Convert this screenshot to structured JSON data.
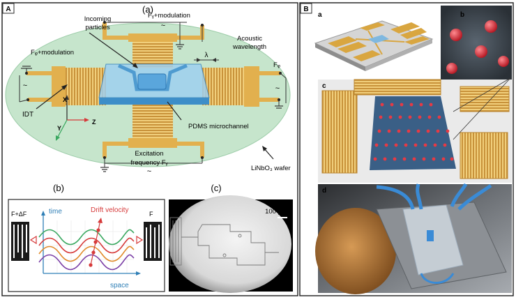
{
  "panelA": {
    "tag": "A",
    "sub_a": "(a)",
    "incoming": [
      "Incoming",
      "particles"
    ],
    "fy_mod": "Fᵧ+modulation",
    "acoustic": [
      "Acoustic",
      "wavelength"
    ],
    "lambda": "λ",
    "fz_mod": "Fᵩ+modulation",
    "fz": "Fᵩ",
    "x_axis": "X",
    "y_axis": "Y",
    "z_axis": "Z",
    "idt": "IDT",
    "pdms": "PDMS microchannel",
    "excitation": [
      "Excitation",
      "frequency Fᵧ"
    ],
    "wafer": "LiNbO₃ wafer",
    "tilde": "~",
    "sub_b": "(b)",
    "f_left": "F+ΔF",
    "f_right": "F",
    "time": "time",
    "drift": "Drift velocity",
    "space": "space",
    "sub_c": "(c)",
    "scale": "100 μm"
  },
  "panelB": {
    "tag": "B",
    "sub_a": "a",
    "sub_b": "b",
    "sub_c": "c",
    "sub_d": "d"
  },
  "colors": {
    "frame": "#2a2a2a",
    "wafer": "#c6e5cc",
    "gold": "#d9a640",
    "channel": "#4f9bd0",
    "drift": "#d63a3a",
    "axis_blue": "#2f7fb6",
    "wave_green": "#3aa860",
    "wave_purple": "#7b3fa6",
    "wave_orange": "#e08a2a",
    "sphere": "#e63a45"
  }
}
